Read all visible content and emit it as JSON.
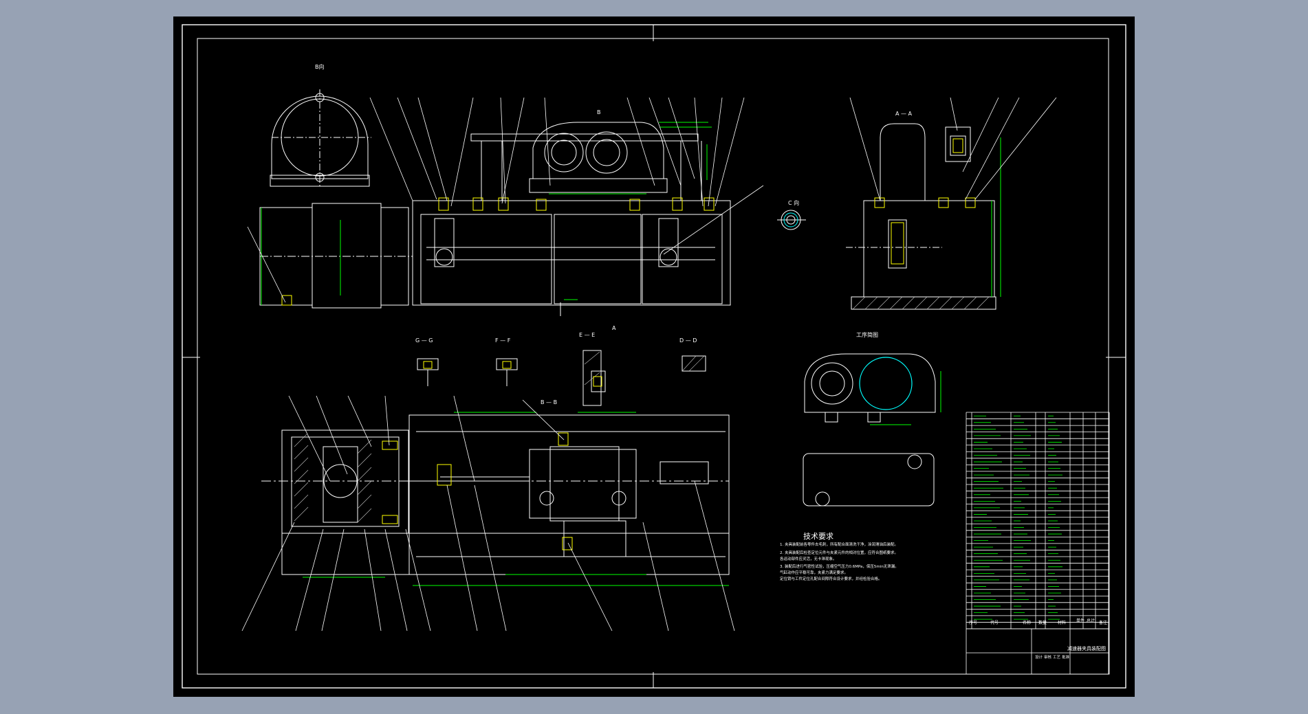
{
  "colors": {
    "background": "#000000",
    "line": "#ffffff",
    "dimension": "#00ff00",
    "leader": "#ffffff",
    "accent": "#00ffff",
    "highlight": "#ffff00",
    "hatch": "#bfbfbf",
    "surround": "#97a2b4"
  },
  "views": {
    "upper_left_label": "B向",
    "right_top_label": "A — A",
    "c_view_label": "C 向",
    "workpiece_label": "工序简图",
    "section_g": "G — G",
    "section_f": "F — F",
    "section_e": "E — E",
    "section_d": "D — D",
    "section_b": "B — B",
    "cut_a": "A",
    "cut_b": "B"
  },
  "tech": {
    "title": "技术要求",
    "lines": [
      "1. 夹具装配前各零件去毛刺，所有配合面清洗干净，涂润滑油后装配。",
      "2. 夹具装配后检查定位元件与夹紧元件的相对位置，应符合图纸要求。",
      "   各运动部件应灵活，无卡滞现象。",
      "3. 装配后进行气密性试验，压缩空气压力0.6MPa，保压5min无泄漏。",
      "   气缸动作应平稳可靠，夹紧力满足要求。",
      "   定位销与工件定位孔配合间隙符合设计要求，并经检验合格。"
    ]
  },
  "title_block": {
    "drawing_name": "减速器夹具装配图",
    "parts_header": [
      "序号",
      "代号",
      "名称",
      "数量",
      "材料",
      "单件",
      "总计",
      "备注"
    ],
    "sign_row": [
      "设计",
      "审核",
      "工艺",
      "批准"
    ]
  }
}
